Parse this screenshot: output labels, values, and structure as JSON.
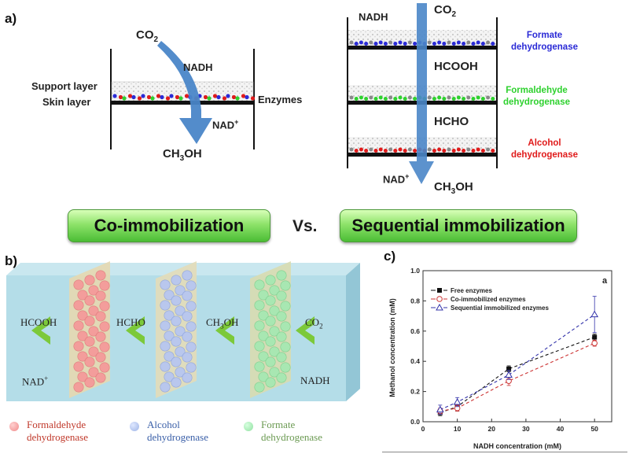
{
  "panel_a": {
    "label": "a)",
    "co": {
      "co2": "CO",
      "co2_sub": "2",
      "nadh": "NADH",
      "support_layer": "Support layer",
      "skin_layer": "Skin layer",
      "enzymes": "Enzymes",
      "nad": "NAD",
      "nad_sup": "+",
      "ch3oh_pre": "CH",
      "ch3oh_sub": "3",
      "ch3oh_post": "OH"
    },
    "seq": {
      "nadh": "NADH",
      "co2": "CO",
      "co2_sub": "2",
      "hcooh": "HCOOH",
      "hcho": "HCHO",
      "nad": "NAD",
      "nad_sup": "+",
      "ch3oh_pre": "CH",
      "ch3oh_sub": "3",
      "ch3oh_post": "OH",
      "enzyme1_line1": "Formate",
      "enzyme1_line2": "dehydrogenase",
      "enzyme2_line1": "Formaldehyde",
      "enzyme2_line2": "dehydrogenase",
      "enzyme3_line1": "Alcohol",
      "enzyme3_line2": "dehydrogenase"
    },
    "banner_left": "Co-immobilization",
    "vs": "Vs.",
    "banner_right": "Sequential immobilization"
  },
  "panel_b": {
    "label": "b)",
    "hcooh": "HCOOH",
    "hcho": "HCHO",
    "ch3oh": "CH",
    "ch3oh_sub": "3",
    "ch3oh_post": "OH",
    "co2": "CO",
    "co2_sub": "2",
    "nad": "NAD",
    "nad_sup": "+",
    "nadh": "NADH",
    "legend": [
      {
        "line1": "Formaldehyde",
        "line2": "dehydrogenase",
        "color": "#f08a8a",
        "text_color": "#c0392b"
      },
      {
        "line1": "Alcohol",
        "line2": "dehydrogenase",
        "color": "#9db3e6",
        "text_color": "#3a5fa8"
      },
      {
        "line1": "Formate",
        "line2": "dehydrogenase",
        "color": "#8fe0a0",
        "text_color": "#6b9a52"
      }
    ]
  },
  "colors": {
    "enzyme_blue": "#2a2ad6",
    "enzyme_green": "#2ed12e",
    "enzyme_red": "#e01b1b",
    "arrow_blue": "#4a86c8",
    "block_front": "#b4dde8",
    "chevron_green": "#7cc93a"
  },
  "chart_data": {
    "label": "c)",
    "type": "line",
    "annotation": "a",
    "xlabel": "NADH concentration (mM)",
    "ylabel": "Methanol concentration (mM)",
    "xlim": [
      0,
      55
    ],
    "ylim": [
      0,
      1.0
    ],
    "xticks": [
      0,
      10,
      20,
      30,
      40,
      50
    ],
    "yticks": [
      0.0,
      0.2,
      0.4,
      0.6,
      0.8,
      1.0
    ],
    "x": [
      5,
      10,
      25,
      50
    ],
    "series": [
      {
        "name": "Free enzymes",
        "marker": "square-filled",
        "color": "#111111",
        "values": [
          0.06,
          0.1,
          0.35,
          0.56
        ],
        "errors": [
          0.02,
          0.03,
          0.02,
          0.02
        ]
      },
      {
        "name": "Co-immobilized enzymes",
        "marker": "circle-open",
        "color": "#cc3333",
        "values": [
          0.07,
          0.09,
          0.27,
          0.52
        ],
        "errors": [
          0.02,
          0.02,
          0.03,
          0.02
        ]
      },
      {
        "name": "Sequential immobilized enzymes",
        "marker": "triangle-open",
        "color": "#3333aa",
        "values": [
          0.08,
          0.13,
          0.31,
          0.71
        ],
        "errors": [
          0.03,
          0.03,
          0.03,
          0.12
        ]
      }
    ]
  }
}
